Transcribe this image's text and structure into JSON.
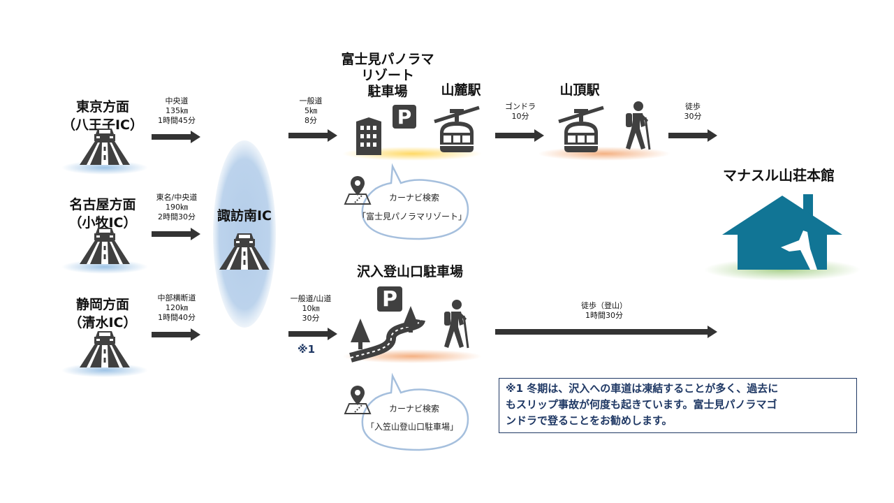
{
  "origins": [
    {
      "line1": "東京方面",
      "line2": "（八王子IC）",
      "route": "中央道",
      "distance": "135㎞",
      "time": "1時間45分"
    },
    {
      "line1": "名古屋方面",
      "line2": "（小牧IC）",
      "route": "東名/中央道",
      "distance": "190㎞",
      "time": "2時間30分"
    },
    {
      "line1": "静岡方面",
      "line2": "（清水IC）",
      "route": "中部横断道",
      "distance": "120㎞",
      "time": "1時間40分"
    }
  ],
  "interchange": "諏訪南IC",
  "upper_route": {
    "road": {
      "route": "一般道",
      "distance": "5㎞",
      "time": "8分"
    },
    "parking_line1": "富士見パノラマ",
    "parking_line2": "リゾート",
    "parking_line3": "駐車場",
    "base_station": "山麓駅",
    "gondola": {
      "mode": "ゴンドラ",
      "time": "10分"
    },
    "summit_station": "山頂駅",
    "walk": {
      "mode": "徒歩",
      "time": "30分"
    },
    "navi_label": "カーナビ検索",
    "navi_query": "「富士見パノラマリゾート」"
  },
  "lower_route": {
    "road": {
      "route": "一般道/山道",
      "distance": "10㎞",
      "time": "30分"
    },
    "footnote_mark": "※1",
    "parking": "沢入登山口駐車場",
    "walk": {
      "mode": "徒歩（登山）",
      "time": "1時間30分"
    },
    "navi_label": "カーナビ検索",
    "navi_query": "「入笠山登山口駐車場」"
  },
  "destination": "マナスル山荘本館",
  "note": {
    "line1": "※1 冬期は、沢入への車道は凍結することが多く、過去に",
    "line2": "もスリップ事故が何度も起きています。富士見パノラマゴ",
    "line3": "ンドラで登ることをお勧めします。"
  },
  "colors": {
    "icon": "#404040",
    "house": "#117595",
    "road_glow": "#9dc3e6",
    "interchange_glow": "#b4cde9",
    "station_glow_orange": "#f4b183",
    "parking_glow_yellow": "#ffd966",
    "destination_glow": "#a9d18e",
    "note_border": "#1f3864"
  }
}
